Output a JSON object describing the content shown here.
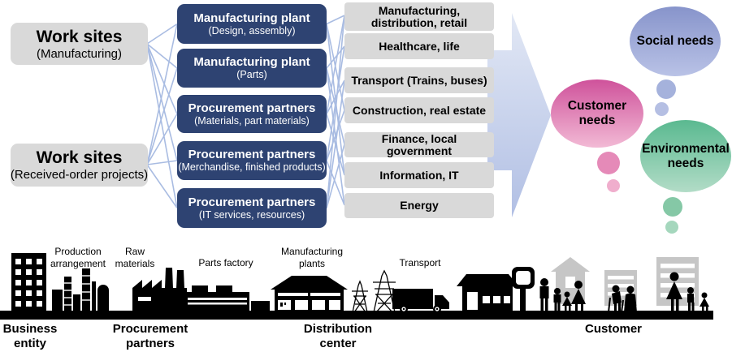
{
  "diagram_title": "",
  "left_column": {
    "boxes": [
      {
        "title": "Work sites",
        "subtitle": "(Manufacturing)"
      },
      {
        "title": "Work sites",
        "subtitle": "(Received-order projects)"
      }
    ]
  },
  "partner_column": {
    "boxes": [
      {
        "title": "Manufacturing plant",
        "subtitle": "(Design, assembly)"
      },
      {
        "title": "Manufacturing plant",
        "subtitle": "(Parts)"
      },
      {
        "title": "Procurement partners",
        "subtitle": "(Materials, part materials)"
      },
      {
        "title": "Procurement partners",
        "subtitle": "(Merchandise, finished products)"
      },
      {
        "title": "Procurement partners",
        "subtitle": "(IT services, resources)"
      }
    ]
  },
  "industry_column": {
    "boxes": [
      {
        "label": "Manufacturing, distribution, retail"
      },
      {
        "label": "Healthcare, life"
      },
      {
        "label": "Transport (Trains, buses)"
      },
      {
        "label": "Construction, real estate"
      },
      {
        "label": "Finance, local government"
      },
      {
        "label": "Information, IT"
      },
      {
        "label": "Energy"
      }
    ]
  },
  "needs_bubbles": [
    {
      "label": "Social needs",
      "color_top": "#8794cb",
      "color_bottom": "#b9c2e6"
    },
    {
      "label": "Customer needs",
      "color_top": "#cf529b",
      "color_bottom": "#f2bad5"
    },
    {
      "label": "Environmental needs",
      "color_top": "#5ab990",
      "color_bottom": "#b2dcc7"
    }
  ],
  "supply_chain_strip": {
    "icon_labels": [
      {
        "label": "Production arrangement"
      },
      {
        "label": "Raw materials"
      },
      {
        "label": "Parts factory"
      },
      {
        "label": "Manufacturing plants"
      },
      {
        "label": "Transport"
      }
    ],
    "stage_labels": [
      {
        "label": "Business entity"
      },
      {
        "label": "Procurement partners"
      },
      {
        "label": "Distribution center"
      },
      {
        "label": "Customer"
      }
    ]
  },
  "colors": {
    "navy_box": "#2e4372",
    "gray_box": "#d9d9d9",
    "connector_line": "#a9bce2",
    "arrow_top": "#e2e8f5",
    "arrow_bottom": "#b1bfe4",
    "silhouette_black": "#000000",
    "silhouette_gray": "#c6c6c6"
  }
}
